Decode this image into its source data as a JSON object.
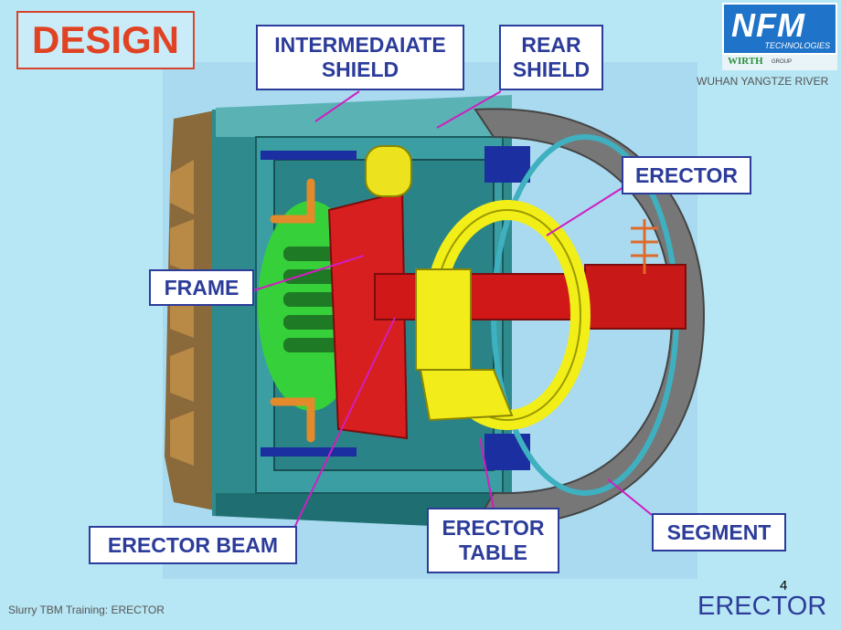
{
  "title": "DESIGN",
  "labels": {
    "intermediate_shield": "INTERMEDAIATE\nSHIELD",
    "rear_shield": "REAR\nSHIELD",
    "erector": "ERECTOR",
    "frame": "FRAME",
    "erector_beam": "ERECTOR BEAM",
    "erector_table": "ERECTOR\nTABLE",
    "segment": "SEGMENT"
  },
  "logo": {
    "brand": "NFM",
    "tagline": "TECHNOLOGIES",
    "parent": "WIRTH",
    "parent_suffix": "GROUP"
  },
  "project": "WUHAN YANGTZE RIVER",
  "page_number": "4",
  "footer": {
    "left": "Slurry TBM Training: ERECTOR",
    "right": "ERECTOR"
  },
  "colors": {
    "background": "#b7e6f4",
    "title_red": "#e04324",
    "label_blue": "#2c3c9a",
    "leader_magenta": "#d01ec0"
  }
}
